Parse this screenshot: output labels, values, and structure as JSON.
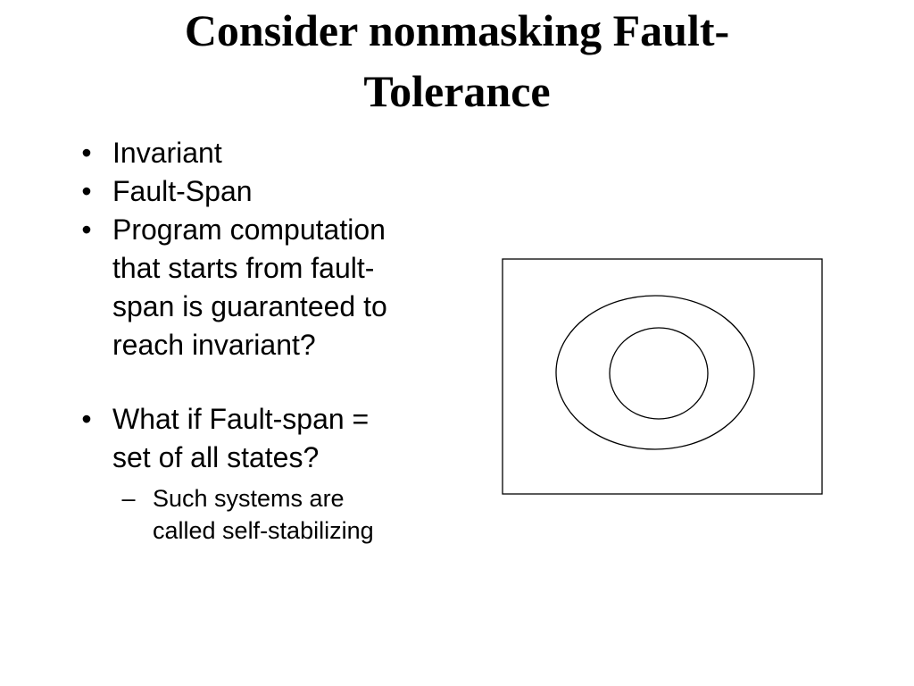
{
  "slide": {
    "title_lines": [
      "Consider nonmasking Fault-",
      "Tolerance"
    ],
    "bullet_marker": "•",
    "sub_marker": "–",
    "bullets": [
      {
        "lines": [
          "Invariant"
        ]
      },
      {
        "lines": [
          "Fault-Span"
        ]
      },
      {
        "lines": [
          "Program computation",
          "that starts from fault-",
          "span is guaranteed to",
          "reach invariant?"
        ]
      },
      {
        "lines": [
          "What if Fault-span =",
          "set of all states?"
        ]
      }
    ],
    "sub_bullets": [
      {
        "lines": [
          "Such systems are",
          "called self-stabilizing"
        ]
      }
    ]
  },
  "diagram": {
    "stroke_color": "#000000",
    "fill_color": "#ffffff"
  }
}
